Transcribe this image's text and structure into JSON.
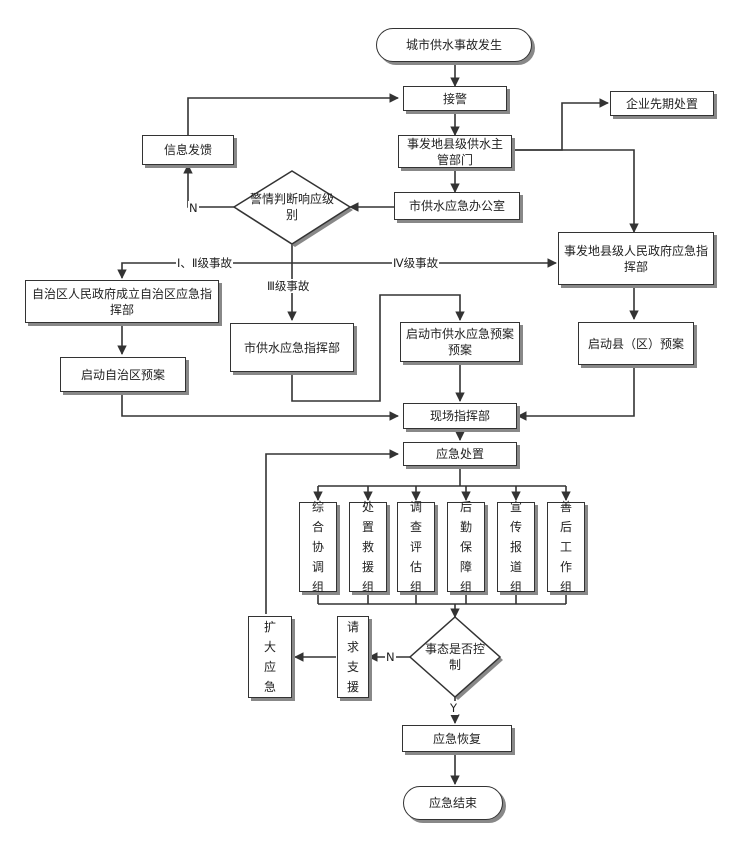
{
  "nodes": {
    "start": "城市供水事故发生",
    "takeover": "接警",
    "enterprise": "企业先期处置",
    "info_feedback": "信息发馈",
    "county_water": "事发地县级供水主管部门",
    "judge": "警情判断响应级别",
    "city_office": "市供水应急办公室",
    "county_gov": "事发地县级人民政府应急指挥部",
    "region_cmd": "自治区人民政府成立自治区应急指挥部",
    "city_cmd": "市供水应急指挥部",
    "city_plan": "启动市供水应急预案预案",
    "county_plan": "启动县（区）预案",
    "region_plan": "启动自治区预案",
    "site_cmd": "现场指挥部",
    "response": "应急处置",
    "groups": [
      "综合协调组",
      "处置救援组",
      "调查评估组",
      "后勤保障组",
      "宣传报道组",
      "善后工作组"
    ],
    "expand": "扩大应急",
    "request": "请求支援",
    "controlled": "事态是否控制",
    "recover": "应急恢复",
    "end": "应急结束"
  },
  "edge_labels": {
    "level_12": "Ⅰ、Ⅱ级事故",
    "level_3": "Ⅲ级事故",
    "level_4": "Ⅳ级事故",
    "no_judge": "N",
    "no_control": "N",
    "yes_control": "Y"
  }
}
